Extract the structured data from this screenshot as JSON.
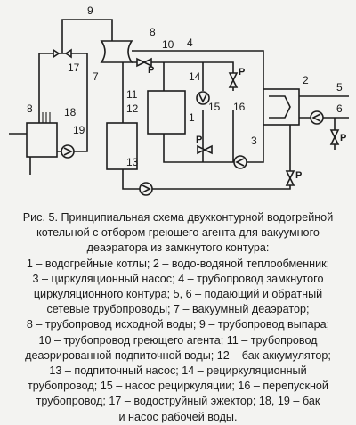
{
  "diagram": {
    "labels": {
      "n1": "1",
      "n2": "2",
      "n3": "3",
      "n4": "4",
      "n5": "5",
      "n6": "6",
      "n7": "7",
      "n8a": "8",
      "n8b": "8",
      "n9": "9",
      "n10": "10",
      "n11": "11",
      "n12": "12",
      "n13": "13",
      "n14": "14",
      "n15": "15",
      "n16": "16",
      "n17": "17",
      "n18": "18",
      "n19": "19"
    },
    "regulator_label": "P"
  },
  "caption": {
    "title_lines": [
      "Рис. 5. Принципиальная схема двухконтурной водогрейной",
      "котельной с отбором греющего агента для вакуумного",
      "деаэратора из замкнутого контура:"
    ],
    "legend_lines": [
      "1 – водогрейные котлы; 2 – водо-водяной теплообменник;",
      "3 – циркуляционный насос; 4 – трубопровод замкнутого",
      "циркуляционного контура; 5, 6 – подающий и обратный",
      "сетевые трубопроводы; 7 – вакуумный деаэратор;",
      "8 – трубопровод исходной воды; 9 – трубопровод выпара;",
      "10 – трубопровод греющего агента; 11 – трубопровод",
      "деаэрированной подпиточной воды; 12 – бак-аккумулятор;",
      "13 – подпиточный насос; 14 – рециркуляционный",
      "трубопровод; 15 – насос рециркуляции; 16 – перепускной",
      "трубопровод; 17 – водоструйный эжектор; 18, 19 – бак",
      "и насос рабочей воды."
    ]
  }
}
